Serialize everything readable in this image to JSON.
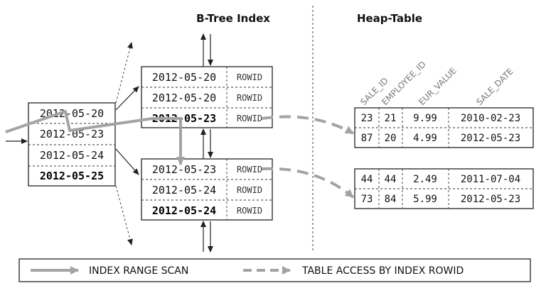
{
  "titles": {
    "btree": "B-Tree Index",
    "heap": "Heap-Table"
  },
  "branch_node": {
    "entries": [
      "2012-05-20",
      "2012-05-23",
      "2012-05-24",
      "2012-05-25"
    ]
  },
  "leaf_top": {
    "rows": [
      {
        "date": "2012-05-20",
        "rowid": "ROWID"
      },
      {
        "date": "2012-05-20",
        "rowid": "ROWID"
      },
      {
        "date": "2012-05-23",
        "rowid": "ROWID"
      }
    ]
  },
  "leaf_bottom": {
    "rows": [
      {
        "date": "2012-05-23",
        "rowid": "ROWID"
      },
      {
        "date": "2012-05-24",
        "rowid": "ROWID"
      },
      {
        "date": "2012-05-24",
        "rowid": "ROWID"
      }
    ]
  },
  "heap_columns": [
    "SALE_ID",
    "EMPLOYEE_ID",
    "EUR_VALUE",
    "SALE_DATE"
  ],
  "heap_block_1": [
    [
      "23",
      "21",
      "9.99",
      "2010-02-23"
    ],
    [
      "87",
      "20",
      "4.99",
      "2012-05-23"
    ]
  ],
  "heap_block_2": [
    [
      "44",
      "44",
      "2.49",
      "2011-07-04"
    ],
    [
      "73",
      "84",
      "5.99",
      "2012-05-23"
    ]
  ],
  "legend": {
    "range_scan": "INDEX RANGE SCAN",
    "table_access": "TABLE ACCESS BY INDEX ROWID"
  },
  "colors": {
    "path": "#a3a3a3",
    "highlight": "#e4e4e4",
    "border": "#222222"
  }
}
